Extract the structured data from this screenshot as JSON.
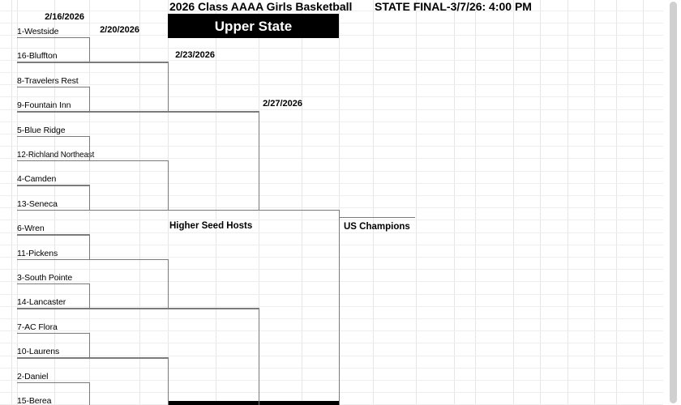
{
  "header": {
    "title": "2026 Class AAAA Girls Basketball",
    "banner": "Upper State",
    "state_final": "STATE FINAL-3/7/26: 4:00 PM"
  },
  "round_dates": {
    "r1": "2/16/2026",
    "r2": "2/20/2026",
    "r3": "2/23/2026",
    "r4": "2/27/2026"
  },
  "notes": {
    "higher_seed_hosts": "Higher Seed Hosts",
    "champions": "US Champions"
  },
  "teams": [
    {
      "seed": "1",
      "name": "Westside",
      "label": "1-Westside"
    },
    {
      "seed": "16",
      "name": "Bluffton",
      "label": "16-Bluffton"
    },
    {
      "seed": "8",
      "name": "Travelers Rest",
      "label": "8-Travelers Rest"
    },
    {
      "seed": "9",
      "name": "Fountain Inn",
      "label": "9-Fountain Inn"
    },
    {
      "seed": "5",
      "name": "Blue Ridge",
      "label": "5-Blue Ridge"
    },
    {
      "seed": "12",
      "name": "Richland Northeast",
      "label": "12-Richland Northeast"
    },
    {
      "seed": "4",
      "name": "Camden",
      "label": "4-Camden"
    },
    {
      "seed": "13",
      "name": "Seneca",
      "label": "13-Seneca"
    },
    {
      "seed": "6",
      "name": "Wren",
      "label": "6-Wren"
    },
    {
      "seed": "11",
      "name": "Pickens",
      "label": "11-Pickens"
    },
    {
      "seed": "3",
      "name": "South Pointe",
      "label": "3-South Pointe"
    },
    {
      "seed": "14",
      "name": "Lancaster",
      "label": "14-Lancaster"
    },
    {
      "seed": "7",
      "name": "AC Flora",
      "label": "7-AC Flora"
    },
    {
      "seed": "10",
      "name": "Laurens",
      "label": "10-Laurens"
    },
    {
      "seed": "2",
      "name": "Daniel",
      "label": "2-Daniel"
    },
    {
      "seed": "15",
      "name": "Berea",
      "label": "15-Berea"
    }
  ],
  "colors": {
    "banner_bg": "#000000",
    "banner_fg": "#ffffff",
    "bracket_line": "#7b7b7b",
    "grid_line": "#e6e6e6"
  }
}
